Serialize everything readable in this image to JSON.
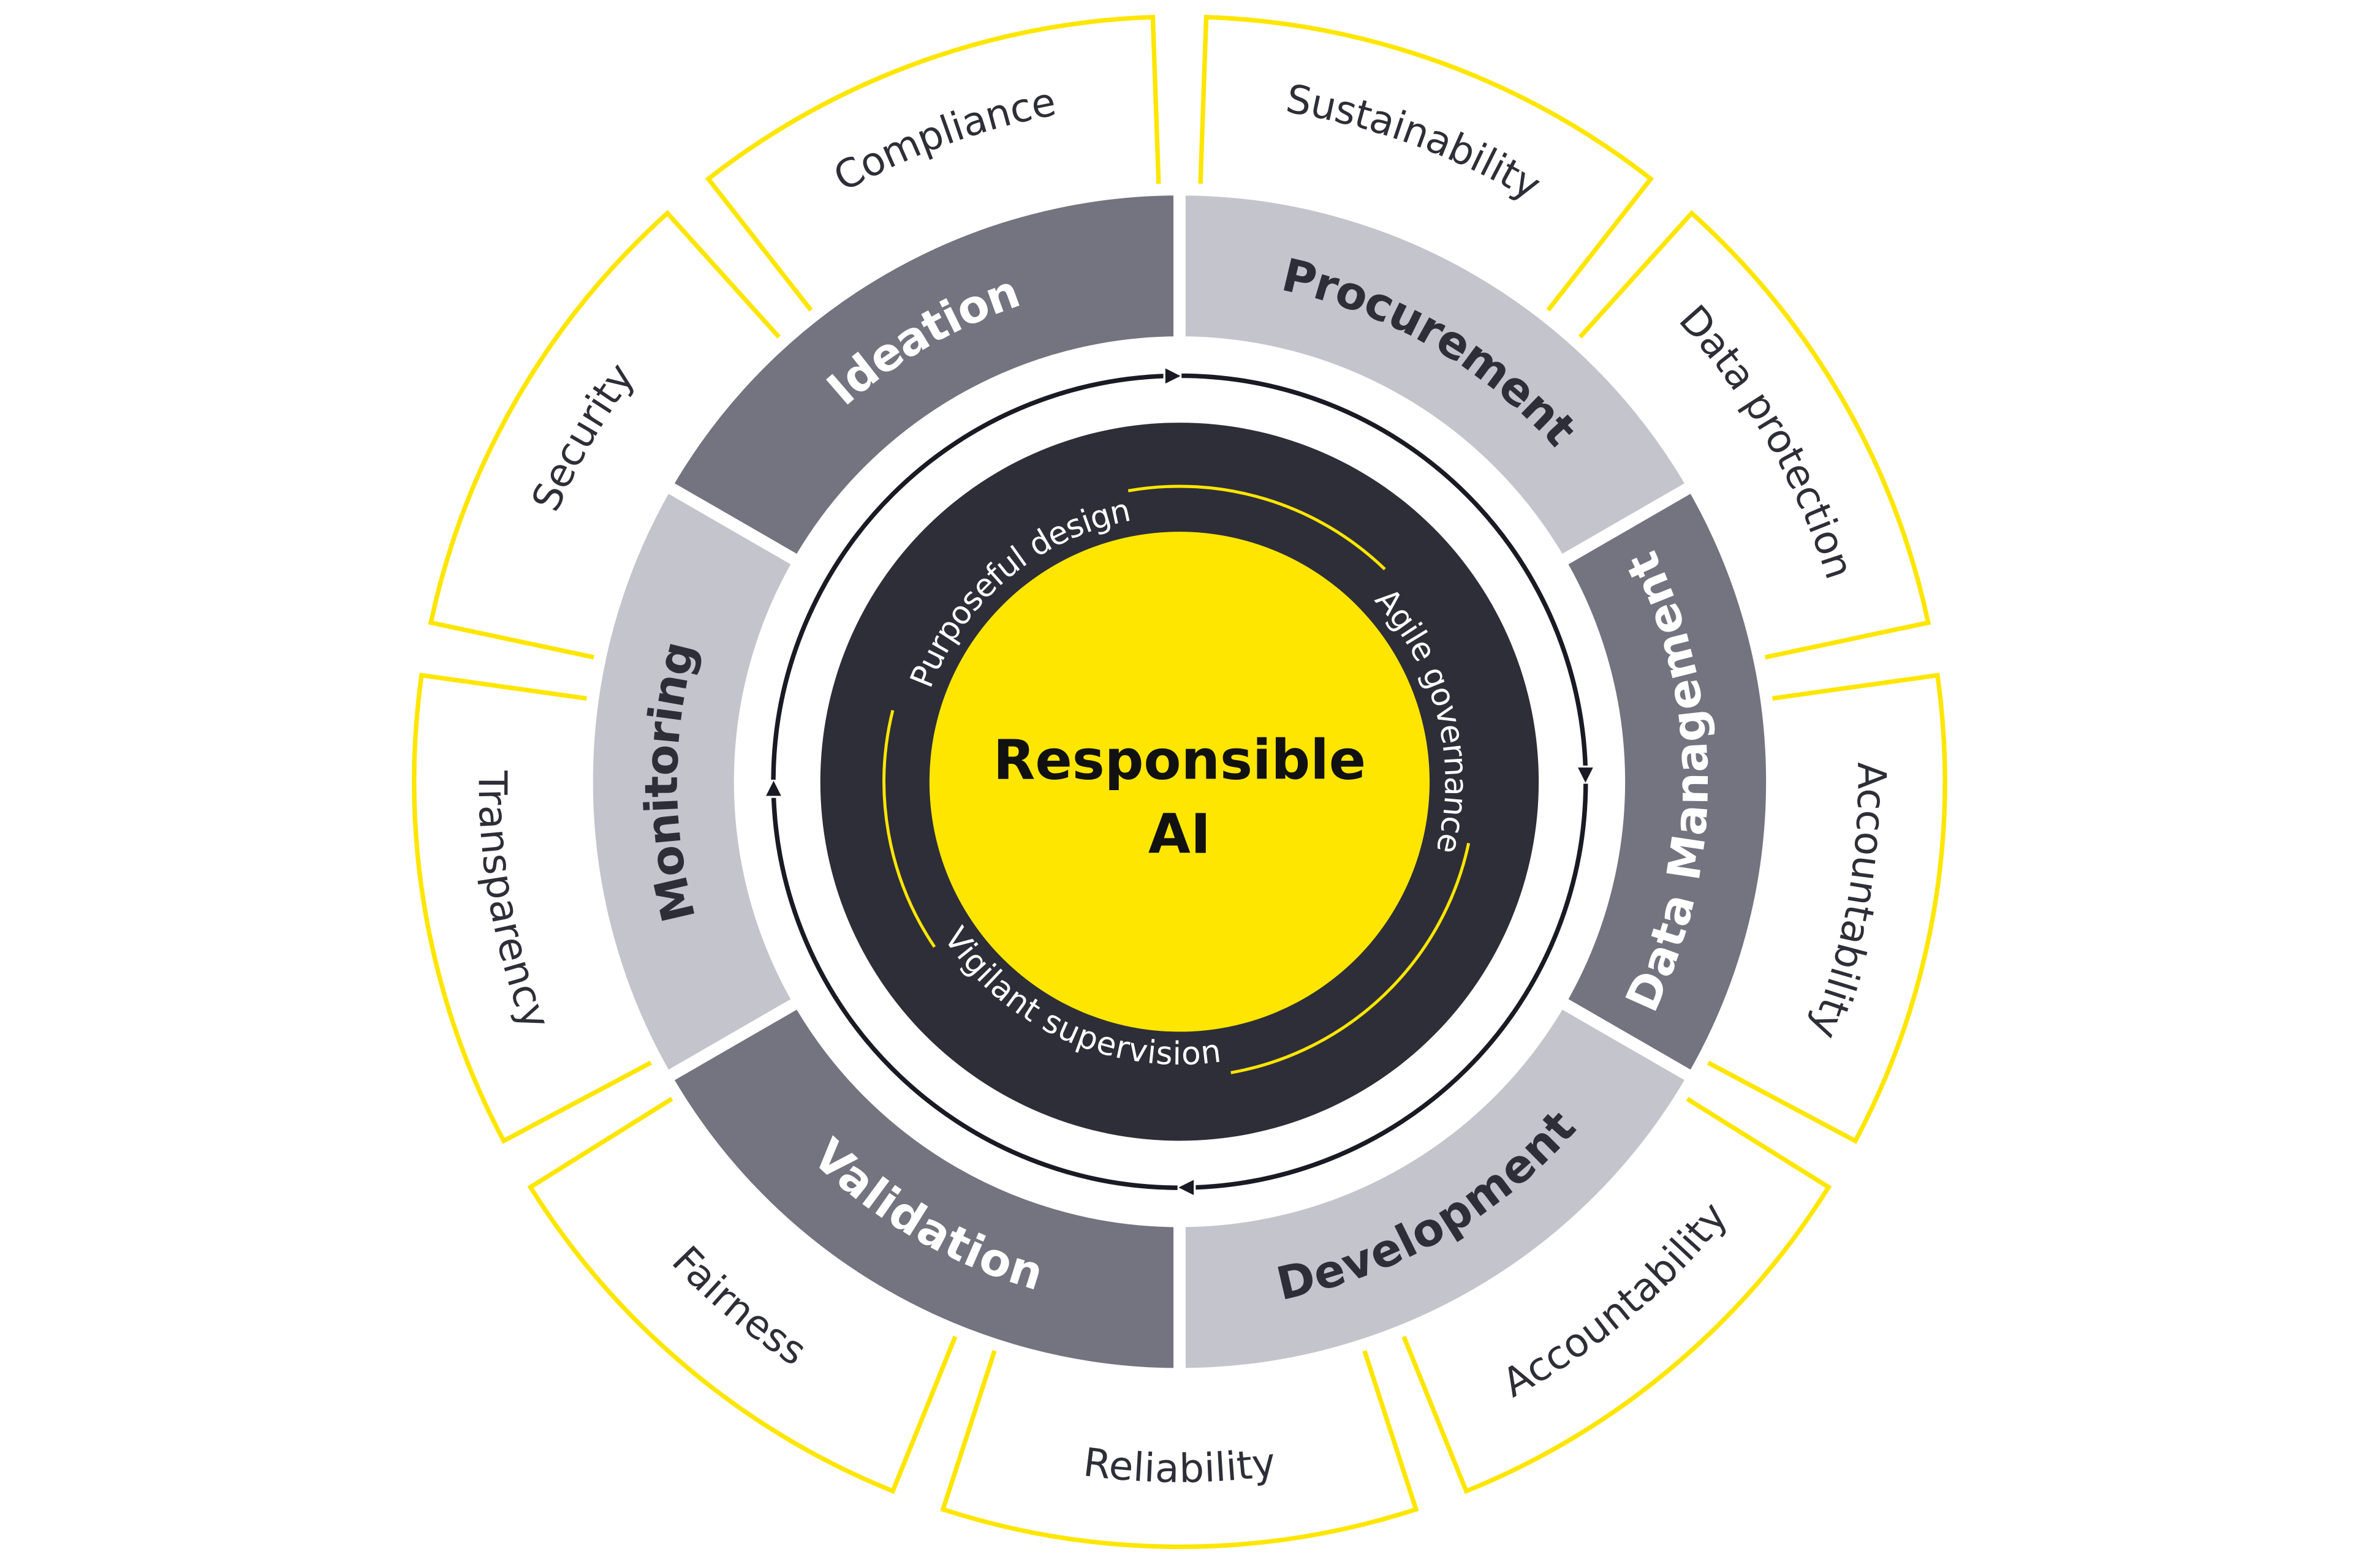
{
  "center": {
    "line1": "Responsible",
    "line2": "AI"
  },
  "inner_principles": [
    {
      "label": "Purposeful design",
      "angle": 320,
      "dir": "cw"
    },
    {
      "label": "Agile governance",
      "angle": 76,
      "dir": "cw"
    },
    {
      "label": "Vigilant supervision",
      "angle": 204,
      "dir": "ccw"
    }
  ],
  "lifecycle_stages": [
    {
      "label": "Ideation",
      "start": 300,
      "end": 360,
      "tone": "dark",
      "dir": "cw"
    },
    {
      "label": "Procurement",
      "start": 0,
      "end": 60,
      "tone": "light",
      "dir": "cw"
    },
    {
      "label": "Data Management",
      "start": 60,
      "end": 120,
      "tone": "dark",
      "dir": "ccw"
    },
    {
      "label": "Development",
      "start": 120,
      "end": 180,
      "tone": "light",
      "dir": "ccw"
    },
    {
      "label": "Validation",
      "start": 180,
      "end": 240,
      "tone": "dark",
      "dir": "ccw"
    },
    {
      "label": "Monitoring",
      "start": 240,
      "end": 300,
      "tone": "light",
      "dir": "cw"
    }
  ],
  "attributes": [
    {
      "label": "Compliance",
      "angle": 340,
      "dir": "cw"
    },
    {
      "label": "Sustainability",
      "angle": 20,
      "dir": "cw"
    },
    {
      "label": "Data protection",
      "angle": 60,
      "dir": "cw"
    },
    {
      "label": "Accountability",
      "angle": 100,
      "dir": "cw"
    },
    {
      "label": "Accountability",
      "angle": 140,
      "dir": "ccw"
    },
    {
      "label": "Reliability",
      "angle": 180,
      "dir": "ccw"
    },
    {
      "label": "Fairness",
      "angle": 220,
      "dir": "ccw"
    },
    {
      "label": "Transparency",
      "angle": 260,
      "dir": "ccw"
    },
    {
      "label": "Security",
      "angle": 300,
      "dir": "cw"
    }
  ],
  "colors": {
    "yellow": "#ffe600",
    "inner_ring": "#2e2e38",
    "dark_stage": "#747480",
    "light_stage": "#c4c4cd",
    "text_dark": "#2e2e38",
    "arrow": "#1a1a24"
  }
}
